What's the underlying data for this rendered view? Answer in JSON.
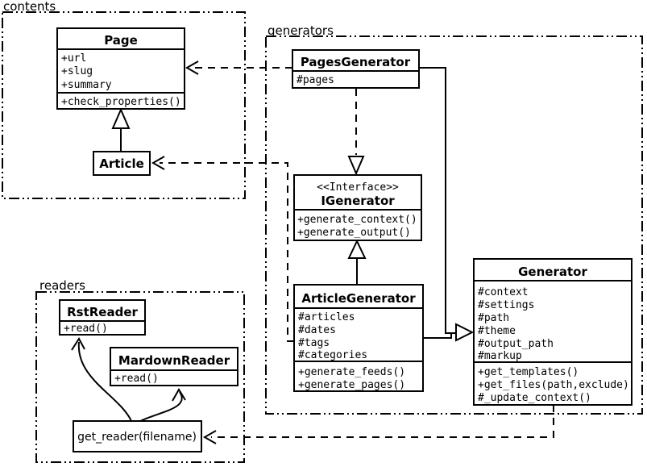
{
  "packages": {
    "contents": "contents",
    "generators": "generators",
    "readers": "readers"
  },
  "classes": {
    "page": {
      "title": "Page",
      "attrs": [
        "+url",
        "+slug",
        "+summary"
      ],
      "methods": [
        "+check_properties()"
      ]
    },
    "article": {
      "title": "Article"
    },
    "pagesGenerator": {
      "title": "PagesGenerator",
      "attrs": [
        "#pages"
      ]
    },
    "iGenerator": {
      "stereotype": "<<Interface>>",
      "title": "IGenerator",
      "methods": [
        "+generate_context()",
        "+generate_output()"
      ]
    },
    "articleGenerator": {
      "title": "ArticleGenerator",
      "attrs": [
        "#articles",
        "#dates",
        "#tags",
        "#categories"
      ],
      "methods": [
        "+generate_feeds()",
        "+generate_pages()"
      ]
    },
    "generator": {
      "title": "Generator",
      "attrs": [
        "#context",
        "#settings",
        "#path",
        "#theme",
        "#output_path",
        "#markup"
      ],
      "methods": [
        "+get_templates()",
        "+get_files(path,exclude)",
        "#_update_context()"
      ]
    },
    "rstReader": {
      "title": "RstReader",
      "methods": [
        "+read()"
      ]
    },
    "mardownReader": {
      "title": "MardownReader",
      "methods": [
        "+read()"
      ]
    },
    "getReader": {
      "label": "get_reader(filename)"
    }
  },
  "colors": {
    "stroke": "#000000",
    "background": "#ffffff"
  }
}
